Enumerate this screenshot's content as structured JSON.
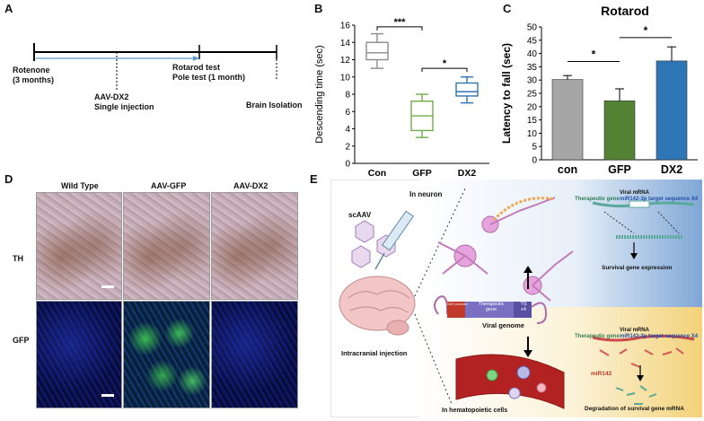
{
  "panel_labels": {
    "a": "A",
    "b": "B",
    "c": "C",
    "d": "D",
    "e": "E"
  },
  "timeline": {
    "rotenone": "Rotenone",
    "rotenone_dur": "(3 months)",
    "aav": "AAV-DX2",
    "single": "Single injection",
    "rotarod": "Rotarod test",
    "pole": "Pole test  (1 month)",
    "brain": "Brain Isolation"
  },
  "chart_data": [
    {
      "type": "box",
      "title": "",
      "ylabel": "Descending time (sec)",
      "ylim": [
        0,
        16
      ],
      "yticks": [
        "0",
        "2",
        "4",
        "6",
        "8",
        "10",
        "12",
        "14",
        "16"
      ],
      "categories": [
        "Con",
        "GFP",
        "DX2"
      ],
      "boxes": [
        {
          "name": "Con",
          "min": 11,
          "q1": 12,
          "median": 12.8,
          "q3": 14,
          "max": 15,
          "color": "#8c8c8c"
        },
        {
          "name": "GFP",
          "min": 3,
          "q1": 3.8,
          "median": 5.5,
          "q3": 7.2,
          "max": 8,
          "color": "#70ad47"
        },
        {
          "name": "DX2",
          "min": 7,
          "q1": 7.8,
          "median": 8.3,
          "q3": 9.3,
          "max": 10,
          "color": "#2e75b6"
        }
      ],
      "significance": [
        {
          "from": "Con",
          "to": "GFP",
          "label": "***"
        },
        {
          "from": "GFP",
          "to": "DX2",
          "label": "*"
        }
      ]
    },
    {
      "type": "bar",
      "title": "Rotarod",
      "ylabel": "Latency to fall (sec)",
      "ylim": [
        0,
        50
      ],
      "yticks": [
        "0",
        "5",
        "10",
        "15",
        "20",
        "25",
        "30",
        "35",
        "40",
        "45",
        "50"
      ],
      "categories": [
        "con",
        "GFP",
        "DX2"
      ],
      "values": [
        30.2,
        22.2,
        37.2
      ],
      "errors": [
        1.5,
        4.5,
        5.3
      ],
      "colors": [
        "#a6a6a6",
        "#548235",
        "#2e75b6"
      ],
      "significance": [
        {
          "from": "con",
          "to": "GFP",
          "label": "*"
        },
        {
          "from": "GFP",
          "to": "DX2",
          "label": "*"
        }
      ]
    }
  ],
  "micro": {
    "cols": [
      "Wild Type",
      "AAV-GFP",
      "AAV-DX2"
    ],
    "rows": [
      "TH",
      "GFP"
    ]
  },
  "schematic": {
    "scaav": "scAAV",
    "in_neuron": "In neuron",
    "viral_mrna_1": "Viral mRNA",
    "therapeutic_1": "Therapeutic gene",
    "target_1": "miR142-3p target sequence X4",
    "survival": "Survival gene expression",
    "promoter": "CMV promoter",
    "ther_gene_l1": "Therapeutic",
    "ther_gene_l2": "gene",
    "ts_l1": "TS",
    "ts_l2": "x4",
    "viral_genome": "Viral genome",
    "intracranial": "Intracranial injection",
    "viral_mrna_2": "Viral mRNA",
    "therapeutic_2": "Therapeutic gene",
    "target_2": "miR142-3p target sequence X4",
    "mir142": "miR142",
    "hemato": "In hematopoietic cells",
    "degradation": "Degradation of survival gene mRNA"
  }
}
